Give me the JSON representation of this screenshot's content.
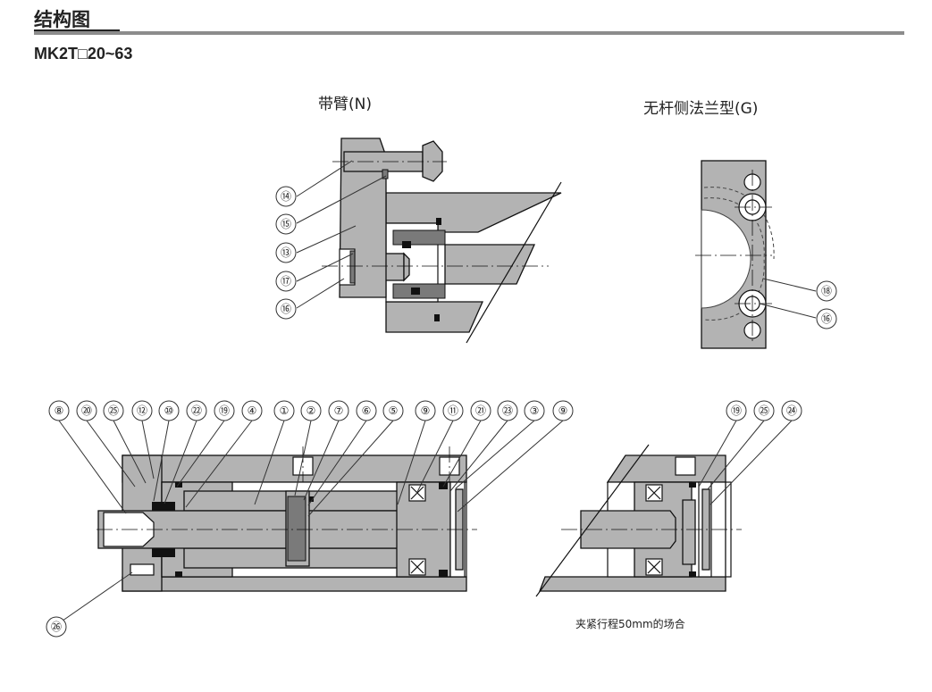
{
  "header": {
    "title": "结构图",
    "model": "MK2T□20~63"
  },
  "views": {
    "with_arm": {
      "label": "带臂(N)"
    },
    "flange": {
      "label": "无杆侧法兰型(G)"
    },
    "clamp_note": "夹紧行程50mm的场合"
  },
  "callouts": {
    "arm_view": [
      "⑭",
      "⑮",
      "⑬",
      "⑰",
      "⑯"
    ],
    "flange_view": [
      "⑱",
      "⑯"
    ],
    "main_top": [
      "⑧",
      "⑳",
      "㉕",
      "⑫",
      "⑩",
      "㉒",
      "⑲",
      "④",
      "①",
      "②",
      "⑦",
      "⑥",
      "⑤",
      "⑨",
      "⑪",
      "㉑",
      "㉓",
      "③",
      "⑨"
    ],
    "main_bottom": [
      "㉖"
    ],
    "clamp_top": [
      "⑲",
      "㉕",
      "㉔"
    ]
  },
  "colors": {
    "body_gray": "#b3b3b3",
    "rule_gray": "#8c8c8c"
  }
}
